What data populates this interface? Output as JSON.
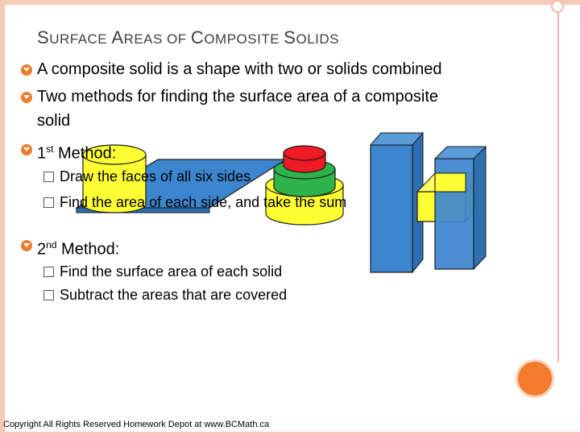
{
  "title": {
    "first": "S",
    "rest1": "URFACE ",
    "a": "A",
    "rest2": "REAS OF ",
    "c": "C",
    "rest3": "OMPOSITE ",
    "s": "S",
    "rest4": "OLIDS"
  },
  "bullets": {
    "b1": "A composite solid is a shape with two or solids combined",
    "b2_line1": "Two methods for finding the surface area of a composite",
    "b2_line2": "solid",
    "b3_pre": "1",
    "b3_sup": "st",
    "b3_post": " Method:",
    "b4_pre": "2",
    "b4_sup": "nd",
    "b4_post": " Method:"
  },
  "method1": {
    "step1": "Draw the faces of all six sides",
    "step2": "Find the area of each side, and take the sum"
  },
  "method2": {
    "step1": "Find the surface area of each solid",
    "step2": "Subtract the areas that are covered"
  },
  "footer": "Copyright All Rights Reserved Homework Depot at www.BCMath.ca",
  "colors": {
    "accent": "#f07b2a",
    "border": "#f7c9b8",
    "blue": "#3d86cf",
    "yellow": "#ffff33",
    "green": "#2db34a",
    "red": "#ee1b24"
  },
  "icons": [
    "bullet-arrow-icon",
    "checkbox-icon"
  ]
}
